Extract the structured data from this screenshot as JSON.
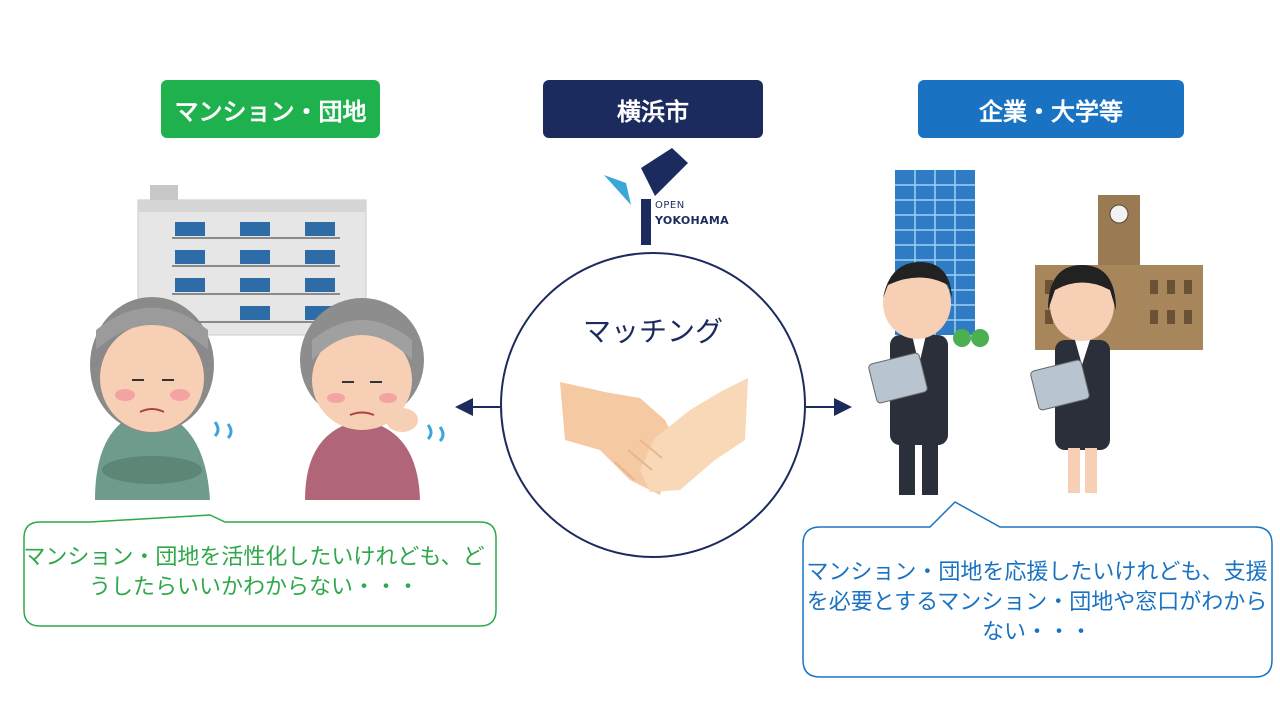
{
  "labels": {
    "left": "マンション・団地",
    "center": "横浜市",
    "right": "企業・大学等"
  },
  "logo": {
    "line1": "OPEN",
    "line2": "YOKOHAMA"
  },
  "center_text": "マッチング",
  "bubbles": {
    "left": "マンション・団地を活性化したいけれども、どうしたらいいかわからない・・・",
    "right": "マンション・団地を応援したいけれども、支援を必要とするマンション・団地や窓口がわからない・・・"
  },
  "colors": {
    "green": "#1fb14e",
    "navy": "#1c2b5e",
    "blue": "#1a73c2",
    "bubble_green_text": "#2ea84a"
  }
}
